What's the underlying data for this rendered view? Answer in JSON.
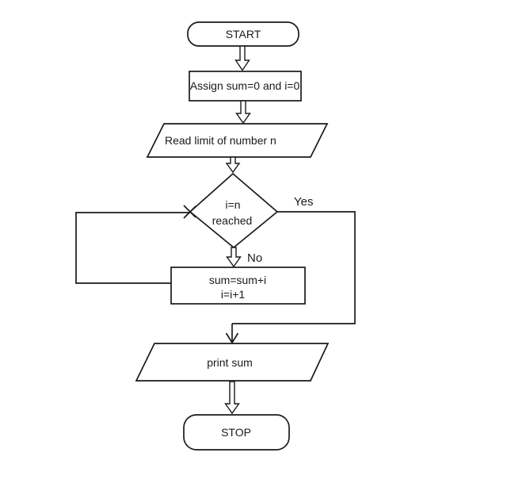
{
  "colors": {
    "background": "#ffffff",
    "line": "#1a1a1a"
  },
  "flowchart": {
    "start": {
      "label": "START",
      "type": "terminator"
    },
    "assign": {
      "label": "Assign sum=0 and i=0",
      "type": "process"
    },
    "read": {
      "label": "Read limit of number n",
      "type": "input-output"
    },
    "decision": {
      "line1": "i=n",
      "line2": "reached",
      "type": "decision"
    },
    "branch": {
      "yes": "Yes",
      "no": "No"
    },
    "accumulate": {
      "line1": "sum=sum+i",
      "line2": "i=i+1",
      "type": "process"
    },
    "print": {
      "label": "print sum",
      "type": "input-output"
    },
    "stop": {
      "label": "STOP",
      "type": "terminator"
    }
  }
}
